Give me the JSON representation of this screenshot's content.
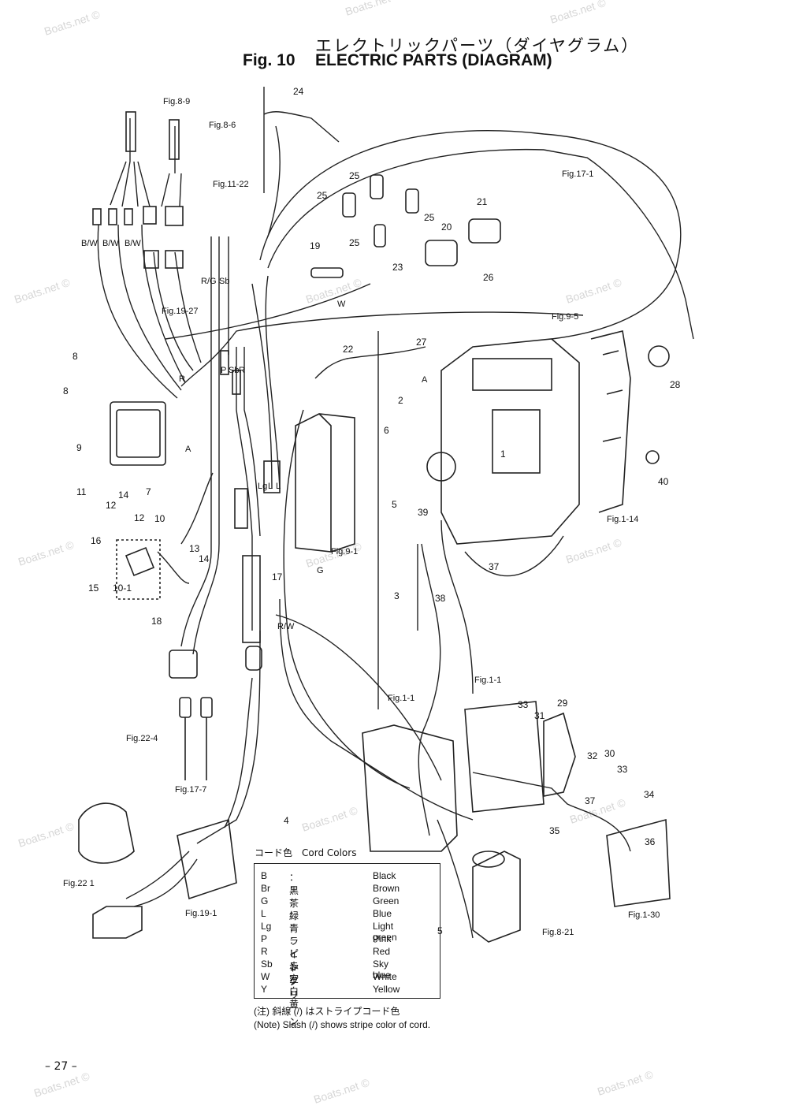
{
  "header": {
    "title_jp": "エレクトリックパーツ（ダイヤグラム）",
    "fig_number": "Fig. 10",
    "title_en": "ELECTRIC PARTS (DIAGRAM)"
  },
  "watermark": "Boats.net ©",
  "callouts": [
    "1",
    "2",
    "3",
    "4",
    "5",
    "5",
    "6",
    "7",
    "8",
    "8",
    "9",
    "10",
    "10-1",
    "11",
    "12",
    "12",
    "13",
    "14",
    "14",
    "15",
    "16",
    "17",
    "18",
    "19",
    "20",
    "21",
    "22",
    "23",
    "24",
    "25",
    "25",
    "25",
    "25",
    "26",
    "27",
    "28",
    "29",
    "30",
    "31",
    "32",
    "33",
    "33",
    "34",
    "35",
    "36",
    "37",
    "37",
    "38",
    "39",
    "40"
  ],
  "references": [
    "Fig.8-9",
    "Fig.8-6",
    "Fig.11-22",
    "Fig.17-1",
    "Fig.19-27",
    "Fig.9-5",
    "Fig.9-1",
    "Fig.1-14",
    "Fig.1-1",
    "Fig.1-1",
    "Fig.22-4",
    "Fig.17-7",
    "Fig.22 1",
    "Fig.19-1",
    "Fig.8-21",
    "Fig.1-30"
  ],
  "wire_labels": [
    "B/W",
    "B/W",
    "B/W",
    "R/G",
    "Sb",
    "P",
    "Sb",
    "R",
    "R",
    "Lg",
    "L",
    "L",
    "G",
    "R/W",
    "W",
    "A",
    "A"
  ],
  "legend": {
    "title": "コード色　Cord Colors",
    "rows": [
      {
        "code": "B",
        "jp": "：黒",
        "en": "Black"
      },
      {
        "code": "Br",
        "jp": "：茶",
        "en": "Brown"
      },
      {
        "code": "G",
        "jp": "：緑",
        "en": "Green"
      },
      {
        "code": "L",
        "jp": "：青",
        "en": "Blue"
      },
      {
        "code": "Lg",
        "jp": "：ライトグリーン",
        "en": "Light green"
      },
      {
        "code": "P",
        "jp": "：ピンク",
        "en": "Pink"
      },
      {
        "code": "R",
        "jp": "：赤",
        "en": "Red"
      },
      {
        "code": "Sb",
        "jp": "：空",
        "en": "Sky blue"
      },
      {
        "code": "W",
        "jp": "：白",
        "en": "White"
      },
      {
        "code": "Y",
        "jp": "：黄",
        "en": "Yellow"
      }
    ]
  },
  "note": {
    "jp": "(注) 斜線 (/) はストライプコード色",
    "en": "(Note)  Slash (/) shows stripe color of cord."
  },
  "page_number": "– 27 –"
}
